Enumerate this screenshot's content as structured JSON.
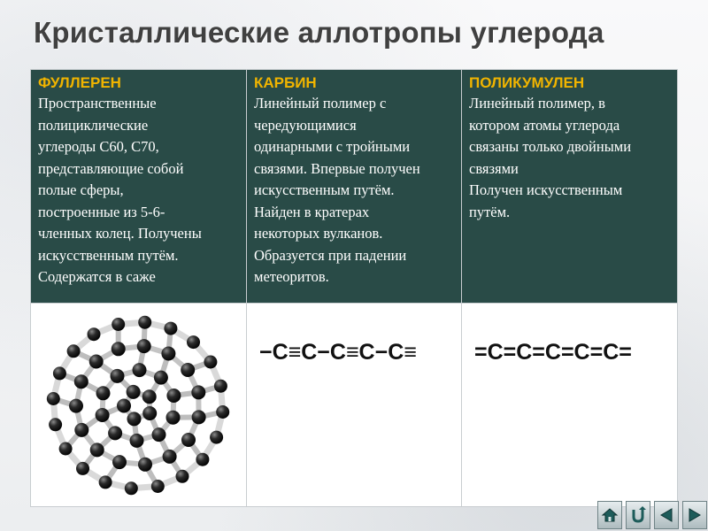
{
  "slide": {
    "title": "Кристаллические аллотропы углерода"
  },
  "columns": [
    {
      "heading": "ФУЛЛЕРЕН",
      "lines": [
        "Пространственные",
        "полициклические",
        "углероды С60, С70,",
        "представляющие собой",
        "полые сферы,",
        "построенные из 5-6-",
        "членных колец. Получены",
        "искусственным путём.",
        "Содержатся в саже"
      ],
      "image": "fullerene-molecule-model"
    },
    {
      "heading": "КАРБИН",
      "lines": [
        "Линейный полимер с",
        "чередующимися",
        "одинарными с тройными",
        "связями. Впервые получен",
        "искусственным путём.",
        "Найден в кратерах",
        "некоторых вулканов.",
        "Образуется при падении",
        "метеоритов."
      ],
      "formula": "−C≡C−C≡C−C≡"
    },
    {
      "heading": "ПОЛИКУМУЛЕН",
      "lines": [
        "Линейный полимер, в",
        "котором атомы углерода",
        "связаны только двойными",
        "связями",
        "Получен искусственным",
        "путём."
      ],
      "formula": "=C=C=C=C=C="
    }
  ],
  "navigation": [
    "home-icon",
    "return-icon",
    "previous-icon",
    "next-icon"
  ],
  "colors": {
    "header_bg": "#294b47",
    "heading_text": "#f0b400",
    "body_text": "#ffffff",
    "title_text": "#404040"
  }
}
